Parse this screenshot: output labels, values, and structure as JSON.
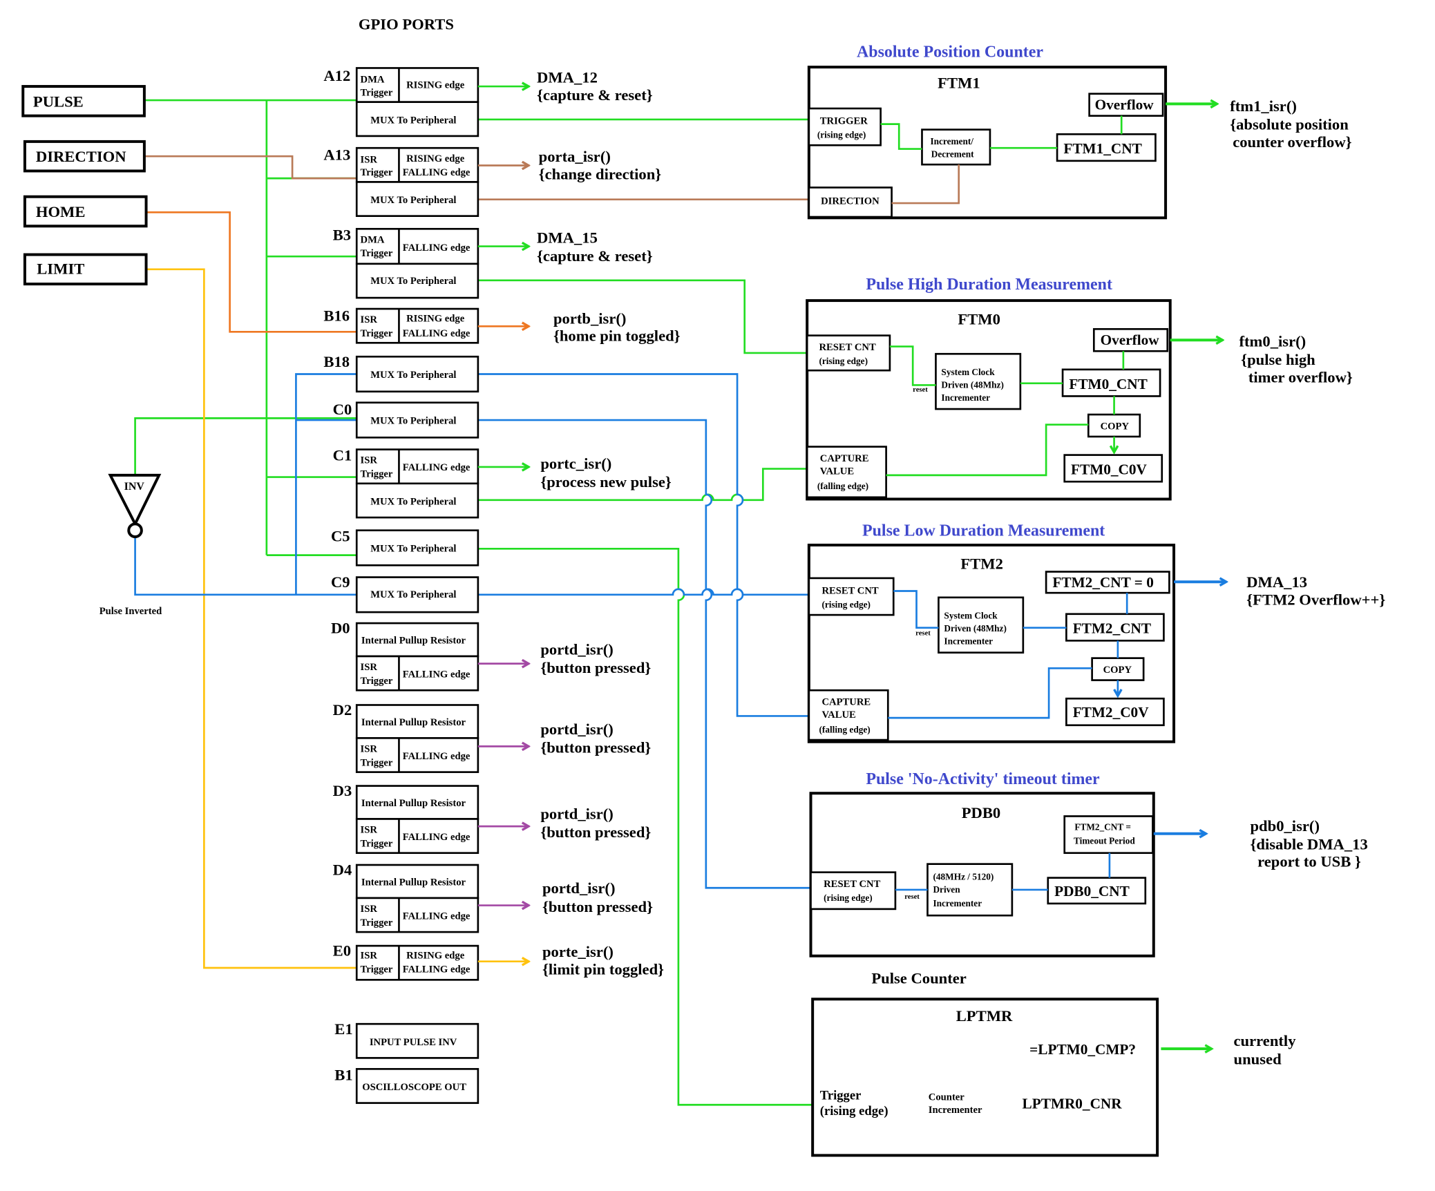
{
  "colors": {
    "pulse": "#22dd22",
    "direction": "#b97a57",
    "home": "#ee7722",
    "limit": "#ffc20e",
    "inverted": "#1a7de0",
    "button": "#a349a4",
    "title": "#3f48cc",
    "outline": "#000000"
  },
  "headings": {
    "gpio_ports": "GPIO PORTS",
    "abs_pos": "Absolute Position Counter",
    "pulse_high": "Pulse High Duration Measurement",
    "pulse_low": "Pulse Low Duration Measurement",
    "no_activity": "Pulse 'No-Activity' timeout timer",
    "pulse_counter": "Pulse Counter"
  },
  "inputs": {
    "pulse": "PULSE",
    "direction": "DIRECTION",
    "home": "HOME",
    "limit": "LIMIT"
  },
  "inverter": {
    "label": "INV",
    "caption": "Pulse Inverted"
  },
  "pins": {
    "a12": "A12",
    "a13": "A13",
    "b3": "B3",
    "b16": "B16",
    "b18": "B18",
    "c0": "C0",
    "c1": "C1",
    "c5": "C5",
    "c9": "C9",
    "d0": "D0",
    "d2": "D2",
    "d3": "D3",
    "d4": "D4",
    "e0": "E0",
    "e1": "E1",
    "b1": "B1"
  },
  "cells": {
    "dma": "DMA",
    "isr": "ISR",
    "trigger": "Trigger",
    "rising": "RISING edge",
    "falling": "FALLING edge",
    "mux": "MUX To Peripheral",
    "pullup": "Internal Pullup Resistor",
    "input_pulse_inv": "INPUT PULSE INV",
    "scope_out": "OSCILLOSCOPE OUT"
  },
  "outputs": {
    "dma12_a": "DMA_12",
    "dma12_b": "{capture & reset}",
    "porta_a": "porta_isr()",
    "porta_b": "{change direction}",
    "dma15_a": "DMA_15",
    "dma15_b": "{capture & reset}",
    "portb_a": "portb_isr()",
    "portb_b": "{home pin toggled}",
    "portc_a": "portc_isr()",
    "portc_b": "{process new pulse}",
    "portd_a": "portd_isr()",
    "portd_b": "{button pressed}",
    "porte_a": "porte_isr()",
    "porte_b": "{limit pin toggled}",
    "ftm1_a": "ftm1_isr()",
    "ftm1_b": "{absolute position",
    "ftm1_c": "counter overflow}",
    "ftm0_a": "ftm0_isr()",
    "ftm0_b": "{pulse high",
    "ftm0_c": "timer overflow}",
    "dma13_a": "DMA_13",
    "dma13_b": "{FTM2 Overflow++}",
    "pdb0_a": "pdb0_isr()",
    "pdb0_b": "{disable DMA_13",
    "pdb0_c": "report to USB }",
    "lptmr_a": "currently",
    "lptmr_b": "unused"
  },
  "ftm1": {
    "title": "FTM1",
    "trigger": "TRIGGER",
    "trigger_sub": "(rising edge)",
    "incdec_a": "Increment/",
    "incdec_b": "Decrement",
    "direction": "DIRECTION",
    "overflow": "Overflow",
    "cnt": "FTM1_CNT"
  },
  "ftm0": {
    "title": "FTM0",
    "reset": "RESET CNT",
    "reset_sub": "(rising edge)",
    "reset_tag": "reset",
    "clk_a": "System Clock",
    "clk_b": "Driven (48Mhz)",
    "clk_c": "Incrementer",
    "overflow": "Overflow",
    "cnt": "FTM0_CNT",
    "copy": "COPY",
    "cov": "FTM0_C0V",
    "cap_a": "CAPTURE",
    "cap_b": "VALUE",
    "cap_c": "(falling edge)"
  },
  "ftm2": {
    "title": "FTM2",
    "reset": "RESET CNT",
    "reset_sub": "(rising edge)",
    "reset_tag": "reset",
    "clk_a": "System Clock",
    "clk_b": "Driven (48Mhz)",
    "clk_c": "Incrementer",
    "zero": "FTM2_CNT = 0",
    "cnt": "FTM2_CNT",
    "copy": "COPY",
    "cov": "FTM2_C0V",
    "cap_a": "CAPTURE",
    "cap_b": "VALUE",
    "cap_c": "(falling edge)"
  },
  "pdb0": {
    "title": "PDB0",
    "reset": "RESET CNT",
    "reset_sub": "(rising edge)",
    "reset_tag": "reset",
    "inc_a": "(48MHz / 5120)",
    "inc_b": "Driven",
    "inc_c": "Incrementer",
    "period_a": "FTM2_CNT =",
    "period_b": "Timeout Period",
    "cnt": "PDB0_CNT"
  },
  "lptmr": {
    "title": "LPTMR",
    "cmp": "=LPTM0_CMP?",
    "trigger": "Trigger",
    "trigger_sub": "(rising edge)",
    "counter_a": "Counter",
    "counter_b": "Incrementer",
    "cnr": "LPTMR0_CNR"
  }
}
